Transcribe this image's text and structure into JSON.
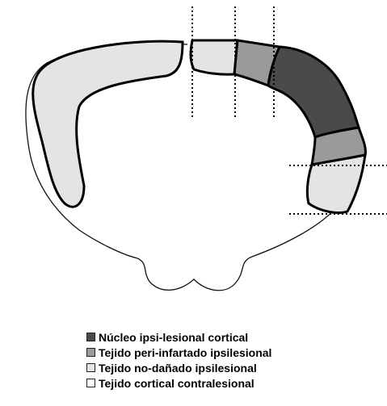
{
  "legend": {
    "items": [
      {
        "label": "Núcleo ipsi-lesional cortical",
        "color": "#4a4a4a"
      },
      {
        "label": "Tejido peri-infartado ipsilesional",
        "color": "#9a9a9a"
      },
      {
        "label": "Tejido no-dañado ipsilesional",
        "color": "#e4e4e4"
      },
      {
        "label": "Tejido cortical contralesional",
        "color": "#ffffff"
      }
    ]
  },
  "regions": {
    "core": "#4a4a4a",
    "peri": "#9a9a9a",
    "undamaged": "#e4e4e4",
    "contralesional": "#e4e4e4"
  }
}
